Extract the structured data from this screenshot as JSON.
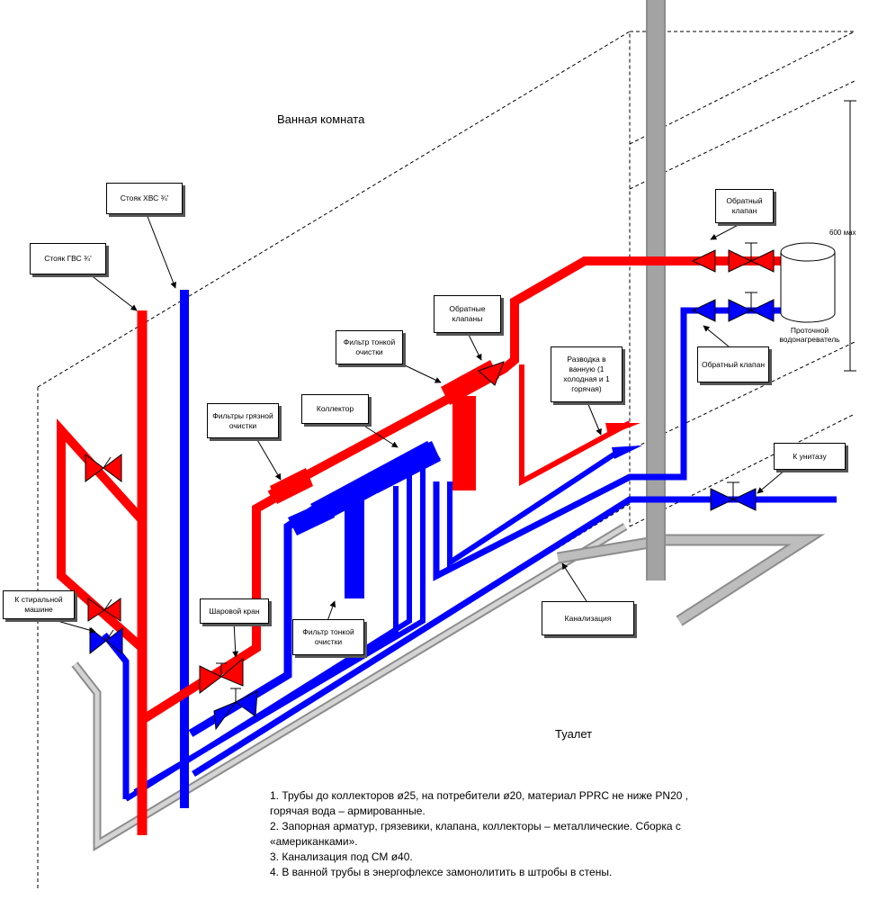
{
  "rooms": {
    "bathroom": "Ванная комната",
    "toilet": "Туалет"
  },
  "callouts": {
    "riser_cold": "Стояк ХВС ¾'",
    "riser_hot": "Стояк ГВС ¾'",
    "fine_filter_top": "Фильтр тонкой очистки",
    "check_valves": "Обратные клапаны",
    "dirt_filters": "Фильтры грязной очистки",
    "collector": "Коллектор",
    "bath_branch": "Разводка в ванную (1 холодная и 1 горячая)",
    "check_valve_hot": "Обратный клапан",
    "check_valve_cold": "Обратный клапан",
    "to_toilet": "К унитазу",
    "washing_machine": "К стиральной машине",
    "ball_valve": "Шаровой кран",
    "fine_filter_bottom": "Фильтр тонкой очистки",
    "sewer": "Канализация"
  },
  "labels": {
    "heater": "Проточной водонагреватель",
    "height": "600 мах"
  },
  "notes": [
    "1. Трубы до коллекторов ø25, на потребители ø20, материал PPRC не ниже PN20 , горячая вода – армированные.",
    "2. Запорная арматур, грязевики, клапана, коллекторы – металлические. Сборка с «американками».",
    "3. Канализация под СМ ø40.",
    "4. В ванной трубы в энергофлексе замонолитить в штробы в стены."
  ],
  "colors": {
    "hot": "#ff0000",
    "cold": "#0000ff",
    "sewer": "#b0b0b0",
    "riser": "#8c8c8c"
  }
}
